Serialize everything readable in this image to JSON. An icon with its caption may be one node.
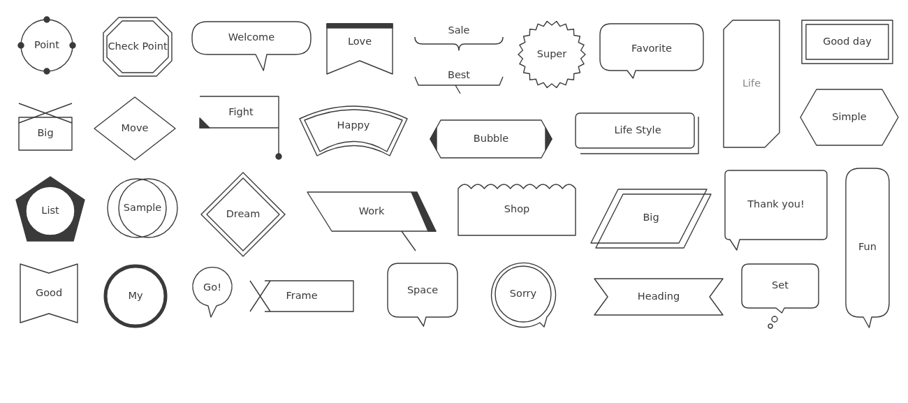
{
  "diagram": {
    "nodes": [
      {
        "text": [
          "Point"
        ]
      },
      {
        "text": [
          "Check Point"
        ]
      },
      {
        "text": [
          "Welcome"
        ]
      },
      {
        "text": [
          "Love"
        ]
      },
      {
        "text": [
          "Sale"
        ]
      },
      {
        "text": [
          "Best"
        ]
      },
      {
        "text": [
          "Super"
        ]
      },
      {
        "text": [
          "Favorite"
        ]
      },
      {
        "text": [
          "Life"
        ]
      },
      {
        "text": [
          "Good day"
        ]
      },
      {
        "text": [
          "Big"
        ]
      },
      {
        "text": [
          "Move"
        ]
      },
      {
        "text": [
          "Fight"
        ]
      },
      {
        "text": [
          "Happy"
        ]
      },
      {
        "text": [
          "Bubble"
        ]
      },
      {
        "text": [
          "Life Style"
        ]
      },
      {
        "text": [
          "Simple"
        ]
      },
      {
        "text": [
          "List"
        ]
      },
      {
        "text": [
          "Sample"
        ]
      },
      {
        "text": [
          "Dream"
        ]
      },
      {
        "text": [
          "Work"
        ]
      },
      {
        "text": [
          "Shop"
        ]
      },
      {
        "text": [
          "Big"
        ]
      },
      {
        "text": [
          "Thank you!"
        ]
      },
      {
        "text": [
          "Fun"
        ]
      },
      {
        "text": [
          "Good"
        ]
      },
      {
        "text": [
          "My"
        ]
      },
      {
        "text": [
          "Go!"
        ]
      },
      {
        "text": [
          "Frame"
        ]
      },
      {
        "text": [
          "Space"
        ]
      },
      {
        "text": [
          "Sorry"
        ]
      },
      {
        "text": [
          "Heading"
        ]
      },
      {
        "text": [
          "Set"
        ]
      }
    ]
  }
}
